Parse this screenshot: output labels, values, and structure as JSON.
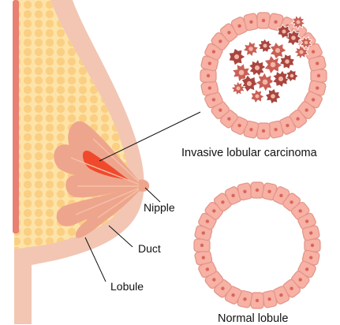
{
  "labels": {
    "carcinoma": "Invasive lobular carcinoma",
    "normal": "Normal lobule",
    "nipple": "Nipple",
    "duct": "Duct",
    "lobule": "Lobule"
  },
  "colors": {
    "background": "#ffffff",
    "chest_wall": "#e88073",
    "skin": "#f2c6b3",
    "fatty_tissue": "#fde3a7",
    "fat_cells": "#fbcf83",
    "lobule": "#eea58d",
    "tumor": "#f0492c",
    "cell_fill": "#f7b1a5",
    "cell_stroke": "#e39487",
    "cell_nucleus": "#d9665a",
    "cancer_cell": "#c95f55",
    "cancer_cell_dark": "#a8453f",
    "leader_line": "#111111"
  }
}
